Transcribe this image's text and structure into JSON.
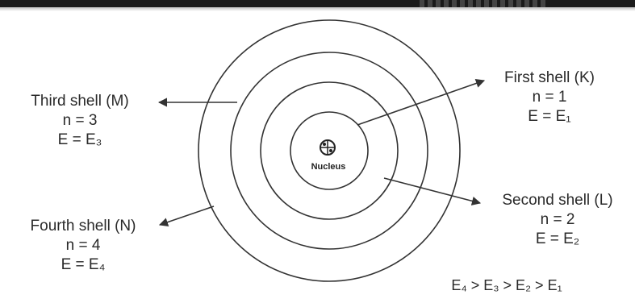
{
  "shells": {
    "first": {
      "name": "First shell (K)",
      "n": "n = 1",
      "energy": "E = E₁"
    },
    "second": {
      "name": "Second shell (L)",
      "n": "n = 2",
      "energy": "E = E₂"
    },
    "third": {
      "name": "Third shell (M)",
      "n": "n = 3",
      "energy": "E = E₃"
    },
    "fourth": {
      "name": "Fourth shell (N)",
      "n": "n = 4",
      "energy": "E = E₄"
    }
  },
  "nucleus_label": "Nucleus",
  "energy_order": "E₄ > E₃ > E₂ > E₁",
  "colors": {
    "ink": "#2a2a2a",
    "circle_stroke": "#333333"
  }
}
